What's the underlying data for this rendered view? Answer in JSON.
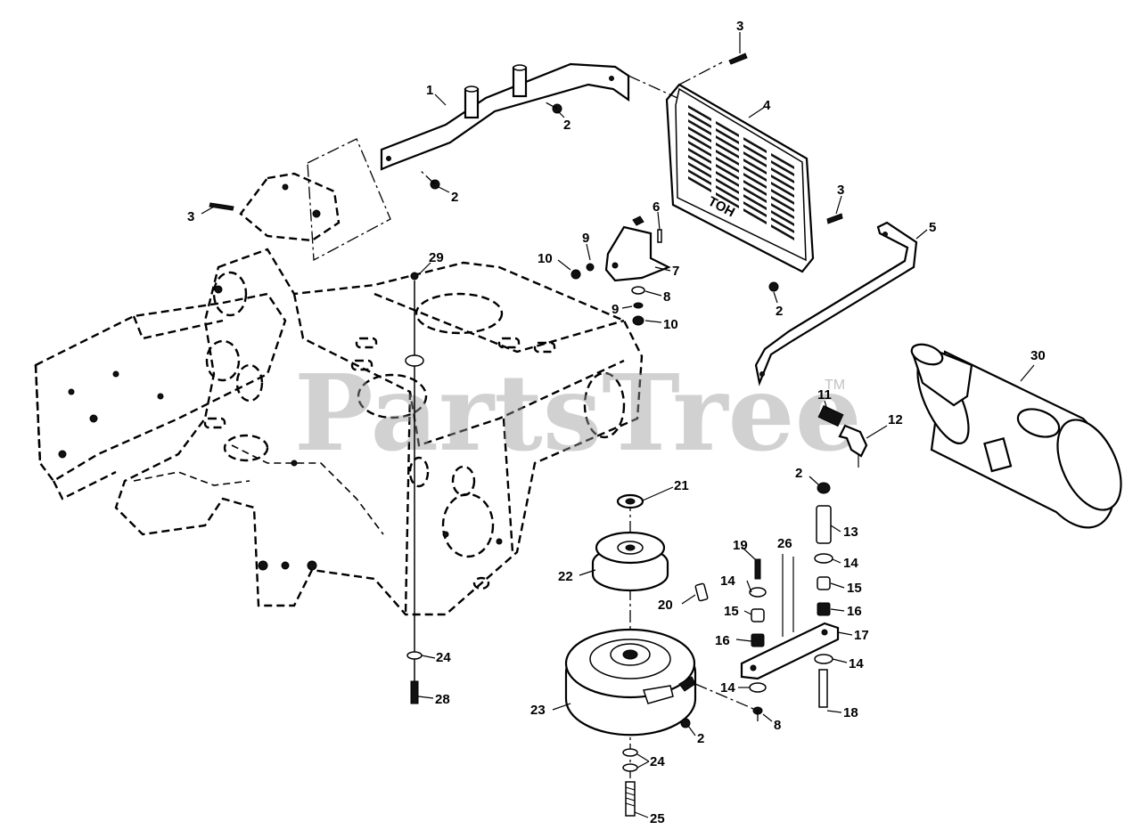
{
  "watermark": {
    "text": "PartsTree",
    "trademark": "TM"
  },
  "grill_lettering": "TOH",
  "callouts": [
    {
      "id": "c1",
      "text": "1"
    },
    {
      "id": "c2a",
      "text": "2"
    },
    {
      "id": "c2b",
      "text": "2"
    },
    {
      "id": "c2c",
      "text": "2"
    },
    {
      "id": "c2d",
      "text": "2"
    },
    {
      "id": "c2e",
      "text": "2"
    },
    {
      "id": "c3a",
      "text": "3"
    },
    {
      "id": "c3b",
      "text": "3"
    },
    {
      "id": "c3c",
      "text": "3"
    },
    {
      "id": "c4",
      "text": "4"
    },
    {
      "id": "c5",
      "text": "5"
    },
    {
      "id": "c6",
      "text": "6"
    },
    {
      "id": "c7",
      "text": "7"
    },
    {
      "id": "c8a",
      "text": "8"
    },
    {
      "id": "c8b",
      "text": "8"
    },
    {
      "id": "c9a",
      "text": "9"
    },
    {
      "id": "c9b",
      "text": "9"
    },
    {
      "id": "c10a",
      "text": "10"
    },
    {
      "id": "c10b",
      "text": "10"
    },
    {
      "id": "c11",
      "text": "11"
    },
    {
      "id": "c12",
      "text": "12"
    },
    {
      "id": "c13",
      "text": "13"
    },
    {
      "id": "c14a",
      "text": "14"
    },
    {
      "id": "c14b",
      "text": "14"
    },
    {
      "id": "c14c",
      "text": "14"
    },
    {
      "id": "c14d",
      "text": "14"
    },
    {
      "id": "c15a",
      "text": "15"
    },
    {
      "id": "c15b",
      "text": "15"
    },
    {
      "id": "c16a",
      "text": "16"
    },
    {
      "id": "c16b",
      "text": "16"
    },
    {
      "id": "c17",
      "text": "17"
    },
    {
      "id": "c18",
      "text": "18"
    },
    {
      "id": "c19",
      "text": "19"
    },
    {
      "id": "c20",
      "text": "20"
    },
    {
      "id": "c21",
      "text": "21"
    },
    {
      "id": "c22",
      "text": "22"
    },
    {
      "id": "c23",
      "text": "23"
    },
    {
      "id": "c24a",
      "text": "24"
    },
    {
      "id": "c24b",
      "text": "24"
    },
    {
      "id": "c25",
      "text": "25"
    },
    {
      "id": "c26",
      "text": "26"
    },
    {
      "id": "c28",
      "text": "28"
    },
    {
      "id": "c29",
      "text": "29"
    },
    {
      "id": "c30",
      "text": "30"
    }
  ]
}
